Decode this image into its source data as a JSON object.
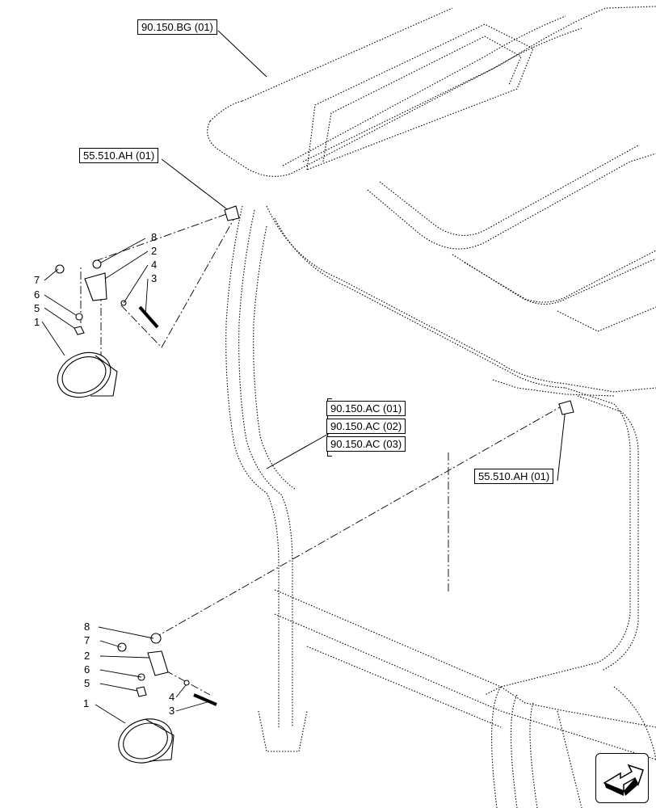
{
  "references": {
    "top_cab": "90.150.BG (01)",
    "upper_connector": "55.510.AH (01)",
    "mid_connector": "55.510.AH (01)",
    "cab_group": [
      "90.150.AC (01)",
      "90.150.AC (02)",
      "90.150.AC (03)"
    ]
  },
  "upper_lamp_callouts": [
    "8",
    "2",
    "4",
    "3",
    "7",
    "6",
    "5",
    "1"
  ],
  "lower_lamp_callouts": [
    "8",
    "7",
    "2",
    "6",
    "5",
    "4",
    "3",
    "1"
  ],
  "nav_icon": "next-page-arrow-icon",
  "colors": {
    "line": "#000000",
    "background": "#ffffff"
  }
}
